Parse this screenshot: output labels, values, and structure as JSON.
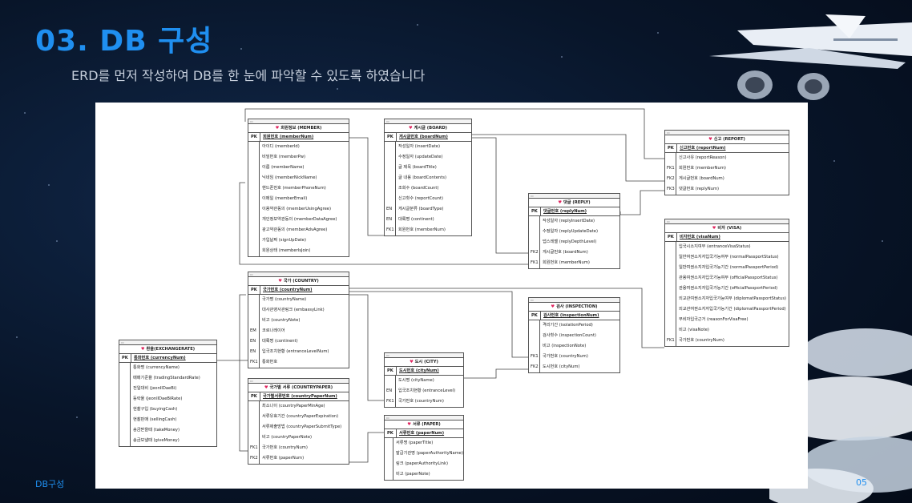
{
  "title": "03. DB 구성",
  "subtitle": "ERD를 먼저 작성하여 DB를 한 눈에 파악할 수 있도록 하였습니다",
  "footer": {
    "left": "DB구성",
    "page": "05"
  },
  "erd": {
    "tables": [
      {
        "id": "member",
        "name": "회원정보 (MEMBER)",
        "pk": "회원번호 (memberNum)",
        "fields": [
          {
            "key": "",
            "label": "아이디 (memberId)"
          },
          {
            "key": "",
            "label": "비밀번호 (memberPw)"
          },
          {
            "key": "",
            "label": "이름 (memberName)"
          },
          {
            "key": "",
            "label": "닉네임 (memberNickName)"
          },
          {
            "key": "",
            "label": "핸드폰번호 (memberPhoneNum)"
          },
          {
            "key": "",
            "label": "이메일 (memberEmail)"
          },
          {
            "key": "",
            "label": "이용약관동의 (memberUsingAgree)"
          },
          {
            "key": "",
            "label": "개인정보약관동의 (memberDataAgree)"
          },
          {
            "key": "",
            "label": "광고약관동의 (memberAdvAgree)"
          },
          {
            "key": "",
            "label": "가입날짜 (signUpDate)"
          },
          {
            "key": "",
            "label": "회원상태 (memberIsJoin)"
          }
        ]
      },
      {
        "id": "board",
        "name": "게시글 (BOARD)",
        "pk": "게시글번호 (boardNum)",
        "fields": [
          {
            "key": "",
            "label": "작성일자 (insertDate)"
          },
          {
            "key": "",
            "label": "수정일자 (updateDate)"
          },
          {
            "key": "",
            "label": "글 제목 (boardTitle)"
          },
          {
            "key": "",
            "label": "글 내용 (boardContents)"
          },
          {
            "key": "",
            "label": "조회수 (boardCount)"
          },
          {
            "key": "",
            "label": "신고횟수 (reportCount)"
          },
          {
            "key": "EN",
            "label": "게시글분류 (boardType)"
          },
          {
            "key": "EN",
            "label": "대륙명 (continent)"
          },
          {
            "key": "FK1",
            "label": "회원번호 (memberNum)"
          }
        ]
      },
      {
        "id": "report",
        "name": "신고 (REPORT)",
        "pk": "신고번호 (reportNum)",
        "fields": [
          {
            "key": "",
            "label": "신고사유 (reportReason)"
          },
          {
            "key": "FK1",
            "label": "회원번호 (memberNum)"
          },
          {
            "key": "FK2",
            "label": "게시글번호 (boardNum)"
          },
          {
            "key": "FK3",
            "label": "댓글번호 (replyNum)"
          }
        ]
      },
      {
        "id": "reply",
        "name": "댓글 (REPLY)",
        "pk": "댓글번호 (replyNum)",
        "fields": [
          {
            "key": "",
            "label": "작성일자 (replyInsertDate)"
          },
          {
            "key": "",
            "label": "수정일자 (replyUpdateDate)"
          },
          {
            "key": "",
            "label": "댑스레벨 (replyDepthLevel)"
          },
          {
            "key": "FK2",
            "label": "게시글번호 (boardNum)"
          },
          {
            "key": "FK1",
            "label": "회원번호 (memberNum)"
          }
        ]
      },
      {
        "id": "visa",
        "name": "비자 (VISA)",
        "pk": "비자번호 (visaNum)",
        "fields": [
          {
            "key": "",
            "label": "입국시소지여부 (entranceVisaStatus)"
          },
          {
            "key": "",
            "label": "일반여권소지자입국가능여부 (normalPassportStatus)"
          },
          {
            "key": "",
            "label": "일반여권소지자입국가능기간 (normalPassportPeriod)"
          },
          {
            "key": "",
            "label": "관용여권소지자입국가능여부 (officialPassportStatus)"
          },
          {
            "key": "",
            "label": "관용여권소지자입국가능기간 (officialPassportPeriod)"
          },
          {
            "key": "",
            "label": "외교관여권소지자입국가능여부 (diplomatPassportStatus)"
          },
          {
            "key": "",
            "label": "외교관여권소지자입국가능기간 (diplomatPassportPeriod)"
          },
          {
            "key": "",
            "label": "무비자입국근거 (reasonForVisaFree)"
          },
          {
            "key": "",
            "label": "비고 (visaNote)"
          },
          {
            "key": "FK1",
            "label": "국가번호 (countryNum)"
          }
        ]
      },
      {
        "id": "country",
        "name": "국가 (COUNTRY)",
        "pk": "국가번호 (countryNum)",
        "fields": [
          {
            "key": "",
            "label": "국가명 (countryName)"
          },
          {
            "key": "",
            "label": "대사관영사관링크 (embassyLink)"
          },
          {
            "key": "",
            "label": "비고 (countryNote)"
          },
          {
            "key": "EM",
            "label": "코로나레이어"
          },
          {
            "key": "EN",
            "label": "대륙명 (continent)"
          },
          {
            "key": "EN",
            "label": "입국조치현황 (entranceLevelNum)"
          },
          {
            "key": "FK1",
            "label": "통화번호"
          }
        ]
      },
      {
        "id": "inspection",
        "name": "검사 (INSPECTION)",
        "pk": "검사번호 (inspectionNum)",
        "fields": [
          {
            "key": "",
            "label": "격리기간 (isolationPeriod)"
          },
          {
            "key": "",
            "label": "검사횟수 (inspectionCount)"
          },
          {
            "key": "",
            "label": "비고 (inspectionNote)"
          },
          {
            "key": "FK1",
            "label": "국가번호 (countryNum)"
          },
          {
            "key": "FK2",
            "label": "도시번호 (cityNum)"
          }
        ]
      },
      {
        "id": "exchange",
        "name": "환율(EXCHANGERATE)",
        "pk": "통화번호 (currencyNum)",
        "fields": [
          {
            "key": "",
            "label": "통화명 (currencyName)"
          },
          {
            "key": "",
            "label": "매매기준율 (tradingStandardRate)"
          },
          {
            "key": "",
            "label": "전일대비 (jeonIlDaeBi)"
          },
          {
            "key": "",
            "label": "등락율 (jeonIlDaeBiRate)"
          },
          {
            "key": "",
            "label": "현찰구입 (buyingCash)"
          },
          {
            "key": "",
            "label": "현찰판매 (sellingCash)"
          },
          {
            "key": "",
            "label": "송금받을때 (takeMoney)"
          },
          {
            "key": "",
            "label": "송금보낼때 (giveMoney)"
          }
        ]
      },
      {
        "id": "city",
        "name": "도시 (CITY)",
        "pk": "도시번호 (cityNum)",
        "fields": [
          {
            "key": "",
            "label": "도시명 (cityName)"
          },
          {
            "key": "EN",
            "label": "입국조치현황 (entranceLevel)"
          },
          {
            "key": "FK1",
            "label": "국가번호 (countryNum)"
          }
        ]
      },
      {
        "id": "countrypaper",
        "name": "국가별 서류 (COUNTRYPAPER)",
        "pk": "국가별서류번호 (countryPaperNum)",
        "fields": [
          {
            "key": "",
            "label": "최소나이 (countryPaperMinAge)"
          },
          {
            "key": "",
            "label": "서류유효기간 (countryPaperExpiration)"
          },
          {
            "key": "",
            "label": "서류제출방법 (countryPaperSubmitType)"
          },
          {
            "key": "",
            "label": "비고 (countryPaperNote)"
          },
          {
            "key": "FK1",
            "label": "국가번호 (countryNum)"
          },
          {
            "key": "FK2",
            "label": "서류번호 (paperNum)"
          }
        ]
      },
      {
        "id": "paper",
        "name": "서류 (PAPER)",
        "pk": "서류번호 (paperNum)",
        "fields": [
          {
            "key": "",
            "label": "서류명 (paperTitle)"
          },
          {
            "key": "",
            "label": "발급기관명 (paperAuthorityName)"
          },
          {
            "key": "",
            "label": "링크 (paperAuthorityLink)"
          },
          {
            "key": "",
            "label": "비고 (paperNote)"
          }
        ]
      }
    ]
  }
}
